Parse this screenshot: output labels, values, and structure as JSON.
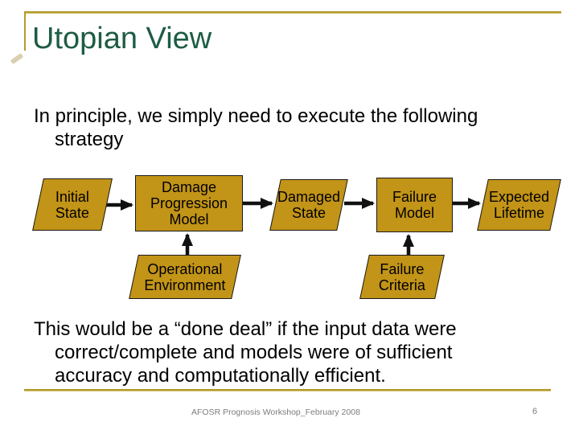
{
  "slide": {
    "title": "Utopian View",
    "intro": "In principle, we simply need to execute the following\nstrategy",
    "conclusion": "This would be a “done deal” if the input data were\ncorrect/complete and models were of sufficient\naccuracy and computationally efficient.",
    "footer": {
      "text": "AFOSR Prognosis Workshop_February 2008",
      "page_number": "6"
    },
    "colors": {
      "accent_gold_line": "#b5992b",
      "shape_fill": "#c29417",
      "shape_border": "#1a1a1a",
      "title_green": "#1e5c44",
      "footer_gray": "#7d7d7d",
      "arrow_black": "#111111"
    }
  },
  "diagram": {
    "nodes": [
      {
        "id": "initial-state",
        "label": "Initial State",
        "shape": "parallelogram"
      },
      {
        "id": "damage-progression-model",
        "label": "Damage Progression Model",
        "shape": "rectangle"
      },
      {
        "id": "damaged-state",
        "label": "Damaged State",
        "shape": "parallelogram"
      },
      {
        "id": "failure-model",
        "label": "Failure Model",
        "shape": "rectangle"
      },
      {
        "id": "expected-lifetime",
        "label": "Expected Lifetime",
        "shape": "parallelogram"
      },
      {
        "id": "operational-environment",
        "label": "Operational Environment",
        "shape": "parallelogram"
      },
      {
        "id": "failure-criteria",
        "label": "Failure Criteria",
        "shape": "parallelogram"
      }
    ],
    "edges": [
      {
        "from": "initial-state",
        "to": "damage-progression-model"
      },
      {
        "from": "damage-progression-model",
        "to": "damaged-state"
      },
      {
        "from": "damaged-state",
        "to": "failure-model"
      },
      {
        "from": "failure-model",
        "to": "expected-lifetime"
      },
      {
        "from": "operational-environment",
        "to": "damage-progression-model"
      },
      {
        "from": "failure-criteria",
        "to": "failure-model"
      }
    ]
  }
}
